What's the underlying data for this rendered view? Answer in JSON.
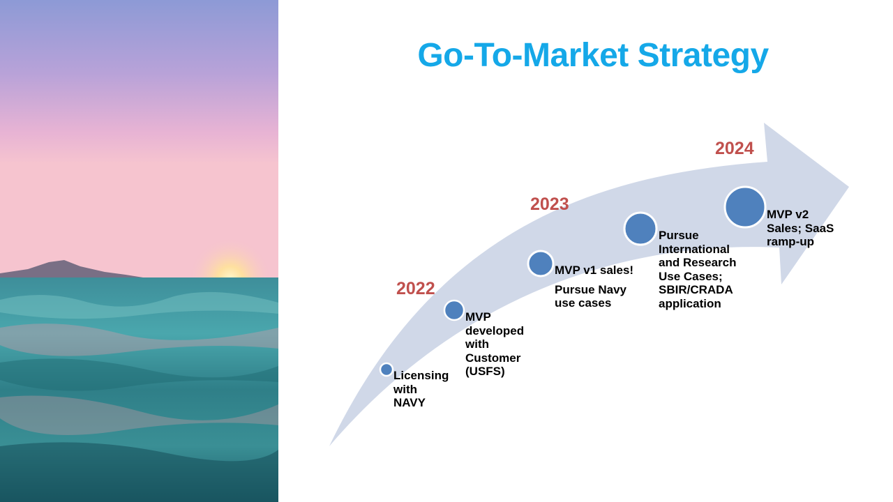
{
  "slide": {
    "title": "Go-To-Market Strategy",
    "photo": "ocean-sunset-photo"
  },
  "colors": {
    "title": "#15a8e8",
    "year": "#c0504d",
    "arrow": "#d0d8e8",
    "dot": "#4f81bd"
  },
  "timeline": {
    "years": [
      "2022",
      "2023",
      "2024"
    ],
    "milestones": [
      {
        "lines": [
          "Licensing",
          "with",
          "NAVY"
        ]
      },
      {
        "lines": [
          "MVP",
          "developed",
          "with",
          "Customer",
          "(USFS)"
        ]
      },
      {
        "lines": [
          "MVP v1 sales!"
        ],
        "extra": [
          "Pursue Navy",
          "use cases"
        ]
      },
      {
        "lines": [
          "Pursue",
          "International",
          "and Research",
          "Use Cases;",
          "SBIR/CRADA",
          "application"
        ]
      },
      {
        "lines": [
          "MVP v2",
          "Sales; SaaS",
          "ramp-up"
        ]
      }
    ]
  }
}
